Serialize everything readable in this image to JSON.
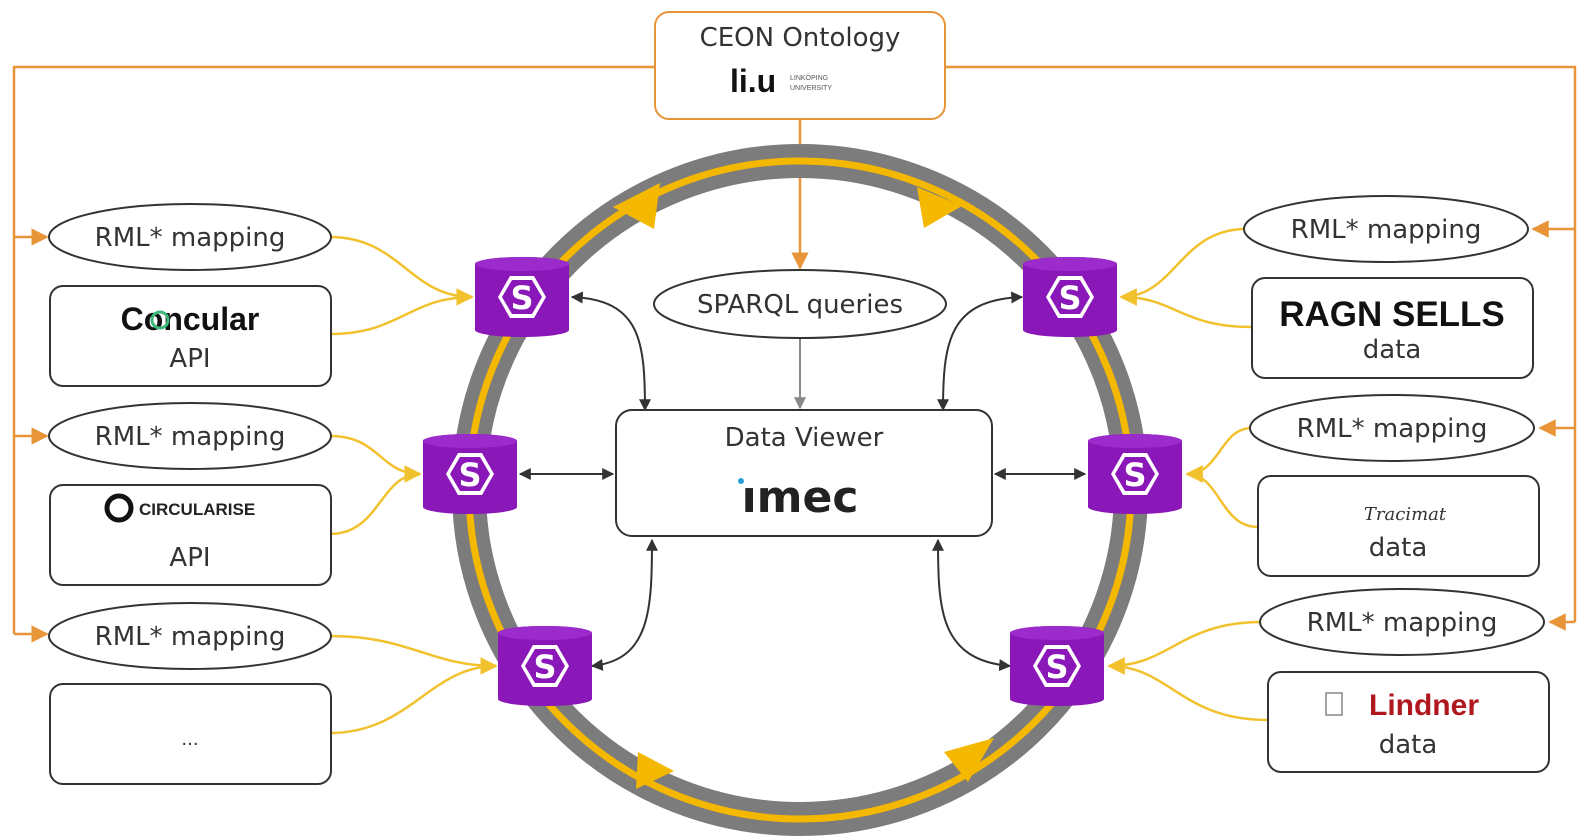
{
  "ontology": {
    "title": "CEON Ontology",
    "logo_text": "li.u",
    "logo_subtext_1": "LINKÖPING",
    "logo_subtext_2": "UNIVERSITY"
  },
  "center": {
    "queries_label": "SPARQL queries",
    "viewer_title": "Data Viewer",
    "viewer_logo": "ımec"
  },
  "left_sources": [
    {
      "mapping": "RML* mapping",
      "logo": "Concular",
      "kind": "API"
    },
    {
      "mapping": "RML* mapping",
      "logo": "CIRCULARISE",
      "kind": "API"
    },
    {
      "mapping": "RML* mapping",
      "placeholder": "..."
    }
  ],
  "right_sources": [
    {
      "mapping": "RML* mapping",
      "logo": "RAGN SELLS",
      "kind": "data"
    },
    {
      "mapping": "RML* mapping",
      "logo": "Tracimat",
      "kind": "data"
    },
    {
      "mapping": "RML* mapping",
      "logo": "Lindner",
      "kind": "data"
    }
  ],
  "node_icon_letter": "S",
  "colors": {
    "orange": "#e8953a",
    "yellow": "#f2c12e",
    "ring_grey": "#7c7c7c",
    "ring_yellow": "#f5b800",
    "node_purple": "#8a17b8",
    "concular_accent": "#3cb878",
    "lindner_red": "#b01820"
  }
}
